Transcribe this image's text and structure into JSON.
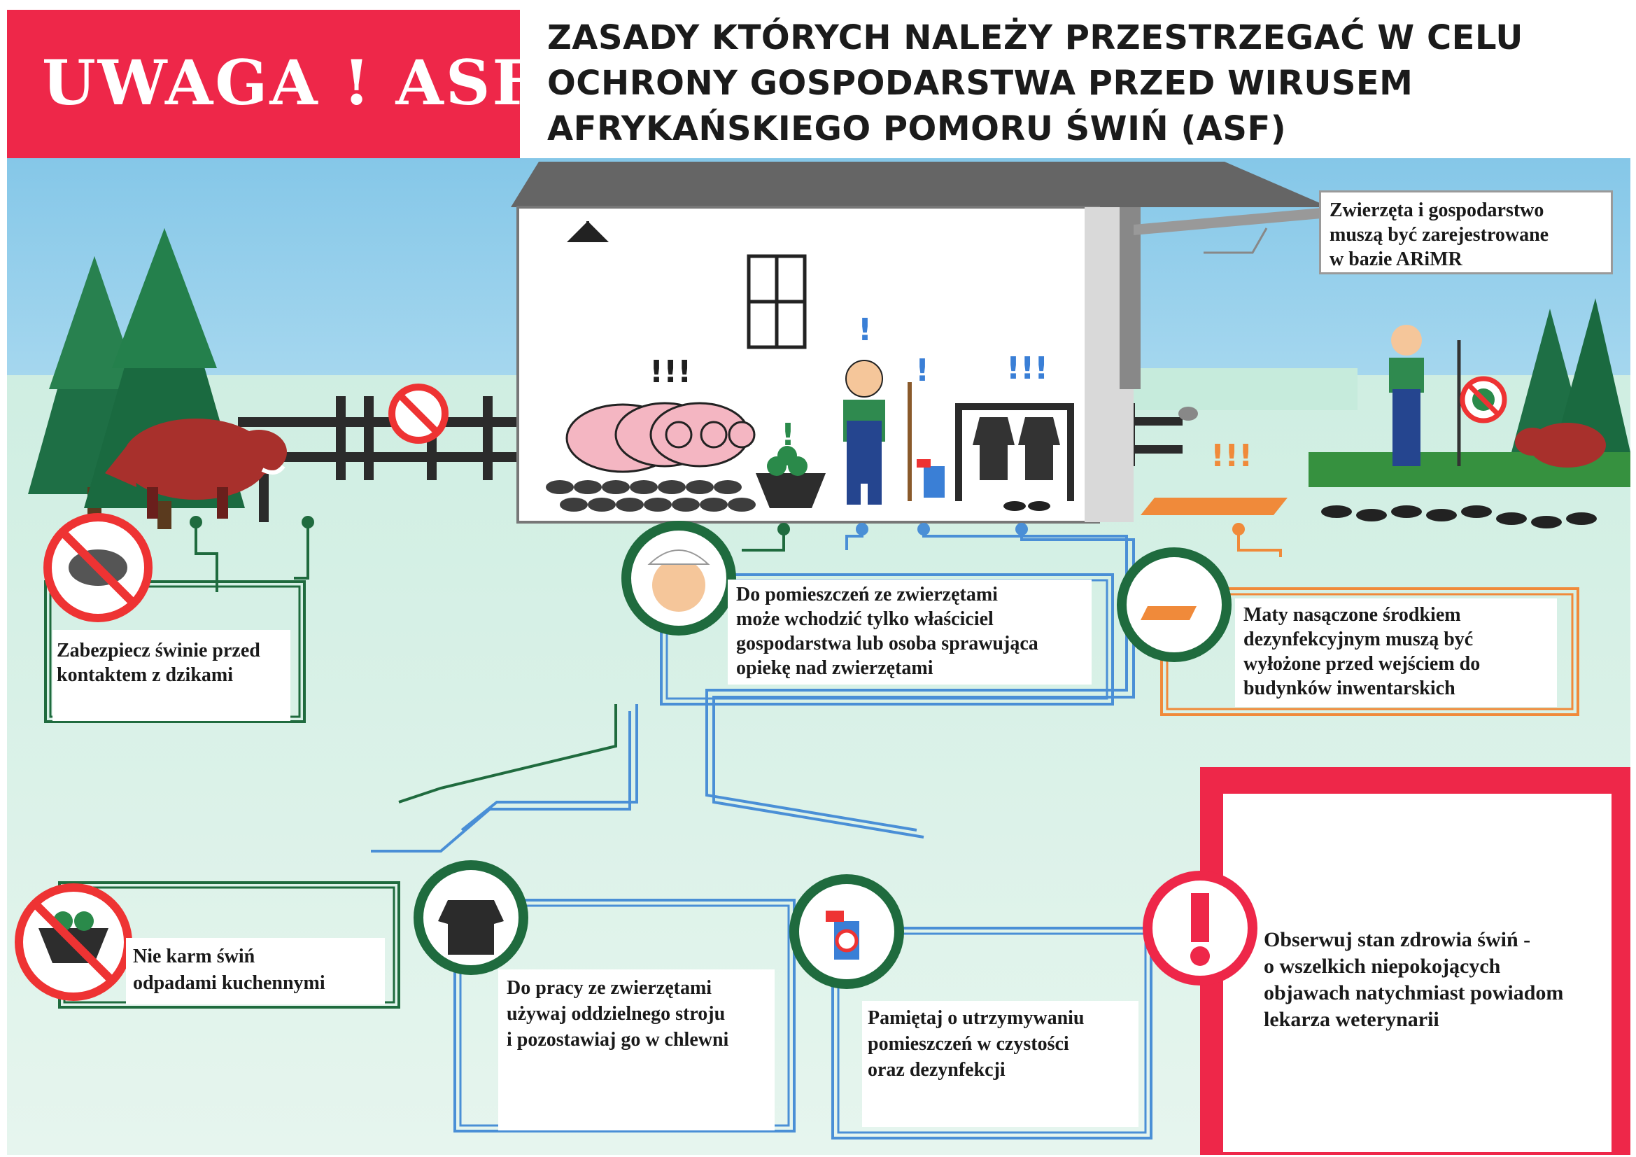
{
  "header": {
    "banner_label": "UWAGA  !  ASF",
    "title": "ZASADY KTÓRYCH NALEŻY PRZESTRZEGAĆ W CELU OCHRONY GOSPODARSTWA PRZED WIRUSEM AFRYKAŃSKIEGO POMORU ŚWIŃ (ASF)"
  },
  "callouts": {
    "registration": "Zwierzęta i gospodarstwo\nmuszą być zarejestrowane\nw bazie ARiMR",
    "wild_boar": "Zabezpiecz świnie przed\nkontaktem z dzikami",
    "access": "Do pomieszczeń ze zwierzętami\nmoże wchodzić tylko właściciel\ngospodarstwa lub osoba sprawująca\nopiekę nad zwierzętami",
    "mats": "Maty nasączone środkiem\ndezynfekcyjnym muszą być\nwyłożone przed wejściem do\nbudynków inwentarskich",
    "kitchen_waste": "Nie karm świń\nodpadami kuchennymi",
    "clothing": "Do pracy ze zwierzętami\nużywaj oddzielnego stroju\ni pozostawiaj go w chlewni",
    "cleanliness": "Pamiętaj o utrzymywaniu\npomieszczeń w czystości\noraz dezynfekcji",
    "health": "Obserwuj stan zdrowia świń -\no wszelkich niepokojących\nobjawach natychmiast powiadom\nlekarza weterynarii"
  },
  "scene_marks": {
    "exclamation_single": "!",
    "exclamation_triple": "!!!"
  },
  "colors": {
    "alert_red": "#ee2749",
    "forest_green": "#1f6b3e",
    "line_blue": "#4a8fd6",
    "mat_orange": "#f08a3a",
    "sky": "#8fcbe8",
    "ground": "#d8efe4"
  }
}
